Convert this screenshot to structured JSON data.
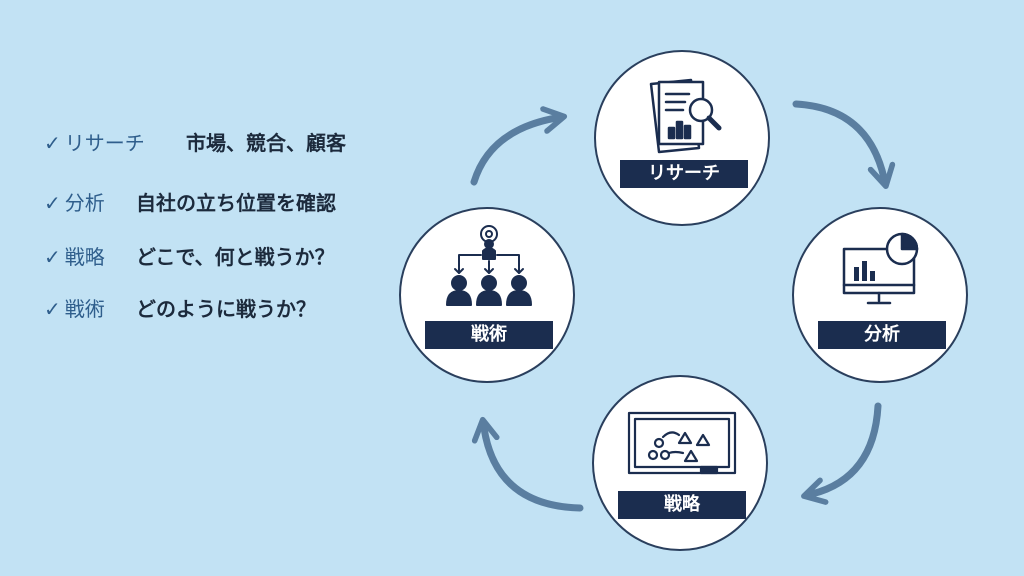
{
  "checklist": [
    {
      "check": "✓",
      "term": "リサーチ",
      "desc": "市場、競合、顧客"
    },
    {
      "check": "✓",
      "term": "分析",
      "desc": "自社の立ち位置を確認"
    },
    {
      "check": "✓",
      "term": "戦略",
      "desc": "どこで、何と戦うか？"
    },
    {
      "check": "✓",
      "term": "戦術",
      "desc": "どのように戦うか？"
    }
  ],
  "cycle": {
    "research": {
      "label": "リサーチ",
      "icon": "research-document-magnifier-icon"
    },
    "analysis": {
      "label": "分析",
      "icon": "monitor-chart-icon"
    },
    "strategy": {
      "label": "戦略",
      "icon": "tactics-board-icon"
    },
    "tactics": {
      "label": "戦術",
      "icon": "team-hierarchy-icon"
    }
  },
  "colors": {
    "background": "#c2e2f4",
    "navy": "#1b2d4f",
    "accent": "#2f5e8c",
    "arrow": "#5a7ea0"
  }
}
